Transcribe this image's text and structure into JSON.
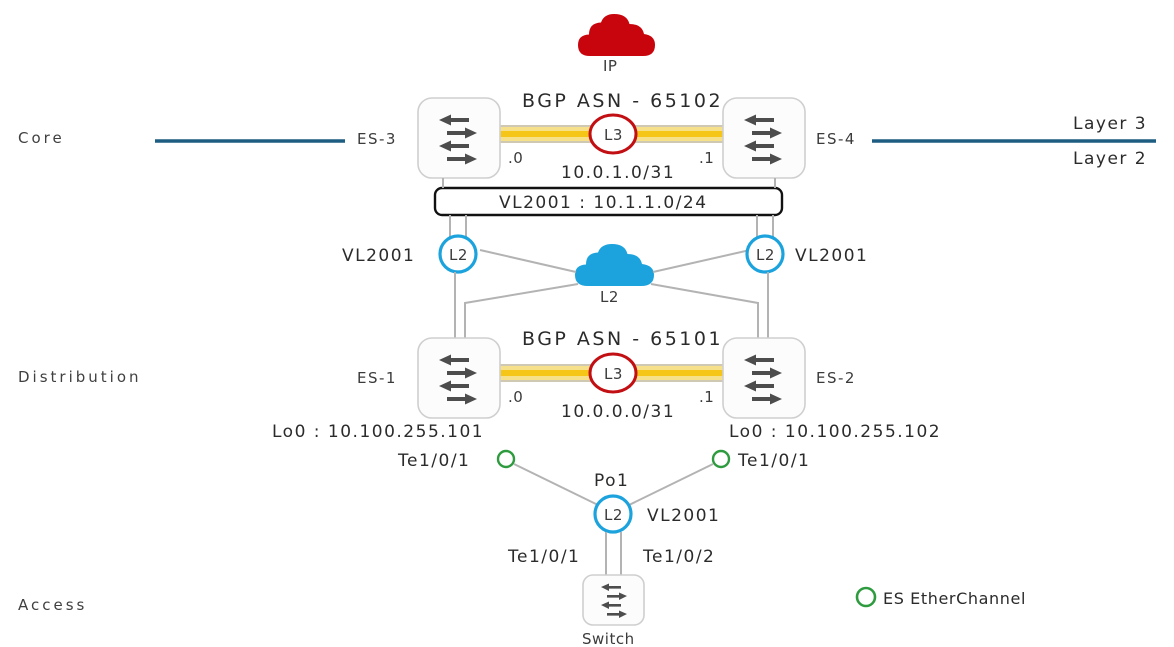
{
  "tiers": {
    "core": "Core",
    "distribution": "Distribution",
    "access": "Access"
  },
  "layer_divider": {
    "above": "Layer 3",
    "below": "Layer 2"
  },
  "clouds": {
    "ip": {
      "label": "IP",
      "color": "#c8040c"
    },
    "l2": {
      "label": "L2",
      "color": "#1ca3dd"
    }
  },
  "core": {
    "bgp": "BGP ASN - 65102",
    "left_device": "ES-3",
    "right_device": "ES-4",
    "link_badge": "L3",
    "link_left_ip": ".0",
    "link_right_ip": ".1",
    "subnet": "10.0.1.0/31",
    "vlan_box": "VL2001 : 10.1.1.0/24"
  },
  "midtier": {
    "left_vlan": "VL2001",
    "right_vlan": "VL2001",
    "left_badge": "L2",
    "right_badge": "L2"
  },
  "distribution": {
    "bgp": "BGP ASN - 65101",
    "left_device": "ES-1",
    "right_device": "ES-2",
    "link_badge": "L3",
    "link_left_ip": ".0",
    "link_right_ip": ".1",
    "subnet": "10.0.0.0/31",
    "left_loopback": "Lo0 : 10.100.255.101",
    "right_loopback": "Lo0 : 10.100.255.102",
    "left_port": "Te1/0/1",
    "right_port": "Te1/0/1"
  },
  "access": {
    "portchannel": "Po1",
    "badge": "L2",
    "vlan": "VL2001",
    "left_port": "Te1/0/1",
    "right_port": "Te1/0/2",
    "device": "Switch"
  },
  "legend": {
    "etherchannel": "ES EtherChannel",
    "etherchannel_color": "#2e9b3f"
  },
  "colors": {
    "l3_link_core": "#f5c518",
    "l3_badge_ring": "#c20f13",
    "l2_badge_ring": "#1ca3dd",
    "divider_line": "#1d5d82",
    "gray_link": "#b3b3b3"
  }
}
